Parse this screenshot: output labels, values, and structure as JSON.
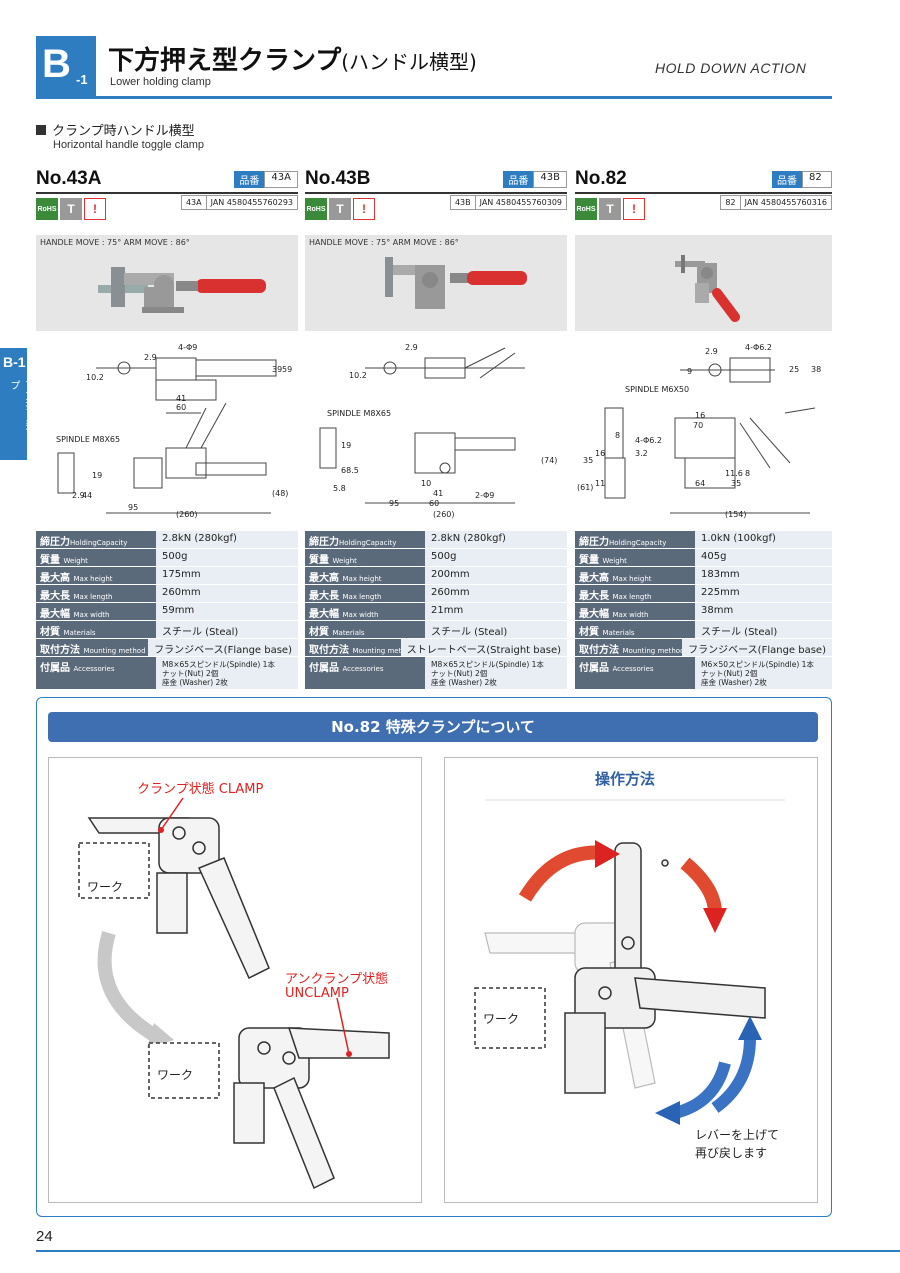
{
  "header": {
    "badge_letter": "B",
    "badge_sub": "-1",
    "title": "下方押え型クランプ",
    "title_paren": "(ハンドル横型)",
    "subtitle": "Lower holding clamp",
    "right_label": "HOLD DOWN ACTION"
  },
  "side_tab": {
    "letter": "B-1",
    "text": "下方押え型クランプ"
  },
  "section": {
    "title": "クランプ時ハンドル横型",
    "subtitle": "Horizontal handle toggle clamp"
  },
  "spec_labels": [
    {
      "ja": "締圧力",
      "en": "HoldingCapacity"
    },
    {
      "ja": "質量",
      "en": "Weight"
    },
    {
      "ja": "最大高",
      "en": "Max height"
    },
    {
      "ja": "最大長",
      "en": "Max length"
    },
    {
      "ja": "最大幅",
      "en": "Max width"
    },
    {
      "ja": "材質",
      "en": "Materials"
    },
    {
      "ja": "取付方法",
      "en": "Mounting method"
    },
    {
      "ja": "付属品",
      "en": "Accessories"
    }
  ],
  "products": [
    {
      "name": "No.43A",
      "pn_label": "品番",
      "pn": "43A",
      "jan_code": "43A",
      "jan": "JAN 4580455760293",
      "move": "HANDLE MOVE : 75° ARM MOVE : 86°",
      "specs": [
        "2.8kN (280kgf)",
        "500g",
        "175mm",
        "260mm",
        "59mm",
        "スチール (Steal)",
        "フランジベース(Flange base)",
        "M8×65スピンドル(Spindle) 1本\nナット(Nut) 2個\n座金 (Washer) 2枚"
      ],
      "dims": {
        "spindle": "SPINDLE M8X65",
        "hole": "4-Φ9",
        "total": "(260)",
        "a": "95",
        "b": "41",
        "c": "60",
        "h": "(48)",
        "d1": "2.9",
        "d2": "10.2",
        "d3": "39",
        "d4": "59",
        "e1": "2.9",
        "e2": "44",
        "e3": "19"
      }
    },
    {
      "name": "No.43B",
      "pn_label": "品番",
      "pn": "43B",
      "jan_code": "43B",
      "jan": "JAN 4580455760309",
      "move": "HANDLE MOVE : 75° ARM MOVE : 86°",
      "specs": [
        "2.8kN (280kgf)",
        "500g",
        "200mm",
        "260mm",
        "21mm",
        "スチール (Steal)",
        "ストレートベース(Straight base)",
        "M8×65スピンドル(Spindle) 1本\nナット(Nut) 2個\n座金 (Washer) 2枚"
      ],
      "dims": {
        "spindle": "SPINDLE M8X65",
        "hole": "2-Φ9",
        "total": "(260)",
        "a": "95",
        "b": "41",
        "c": "60",
        "h": "(74)",
        "d1": "2.9",
        "d2": "10.2",
        "e1": "68.5",
        "e2": "5.8",
        "e3": "19",
        "e4": "10"
      }
    },
    {
      "name": "No.82",
      "pn_label": "品番",
      "pn": "82",
      "jan_code": "82",
      "jan": "JAN 4580455760316",
      "move": "",
      "specs": [
        "1.0kN (100kgf)",
        "405g",
        "183mm",
        "225mm",
        "38mm",
        "スチール (Steal)",
        "フランジベース(Flange base)",
        "M6×50スピンドル(Spindle) 1本\nナット(Nut) 2個\n座金 (Washer) 2枚"
      ],
      "dims": {
        "spindle": "SPINDLE M6X50",
        "hole": "4-Φ6.2",
        "hole2": "4-Φ6.2",
        "total": "(154)",
        "a": "64",
        "b": "35",
        "c": "11.6",
        "d": "8",
        "h": "(61)",
        "d1": "2.9",
        "d2": "9",
        "d3": "25",
        "d4": "38",
        "e1": "35",
        "e2": "16",
        "e3": "11",
        "e4": "8",
        "e5": "70",
        "e6": "16",
        "e7": "3.2"
      }
    }
  ],
  "special": {
    "title": "No.82 特殊クランプについて",
    "clamp_label": "クランプ状態 CLAMP",
    "unclamp_label_1": "アンクランプ状態",
    "unclamp_label_2": "UNCLAMP",
    "work_label": "ワーク",
    "op_title": "操作方法",
    "op_note_1": "レバーを上げて",
    "op_note_2": "再び戻します"
  },
  "page_number": "24",
  "colors": {
    "accent": "#2f7dc1",
    "spec_key": "#5b6a7a",
    "spec_val": "#e9eef4",
    "red": "#d22222",
    "handle": "#d93030"
  }
}
